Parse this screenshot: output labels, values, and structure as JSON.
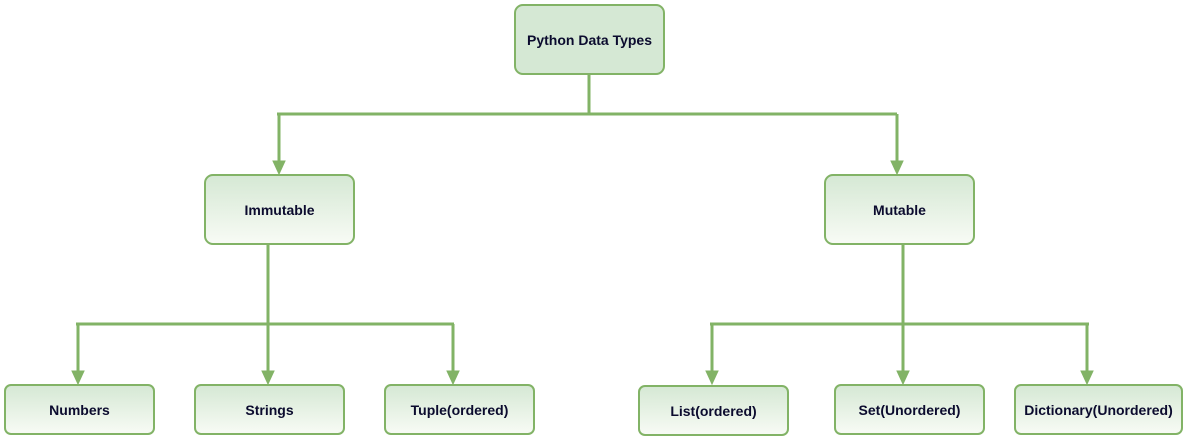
{
  "diagram": {
    "colors": {
      "stroke": "#82b366",
      "fill_top": "#f8fbf5",
      "fill_bottom": "#d5e8d4",
      "root_fill": "#d5e8d4",
      "text": "#0b0b2e"
    },
    "nodes": {
      "root": {
        "label": "Python Data Types"
      },
      "immutable": {
        "label": "Immutable"
      },
      "mutable": {
        "label": "Mutable"
      },
      "numbers": {
        "label": "Numbers"
      },
      "strings": {
        "label": "Strings"
      },
      "tuple": {
        "label": "Tuple(ordered)"
      },
      "list": {
        "label": "List(ordered)"
      },
      "set": {
        "label": "Set(Unordered)"
      },
      "dictionary": {
        "label": "Dictionary(Unordered)"
      }
    },
    "edges": [
      {
        "from": "root",
        "to": "immutable"
      },
      {
        "from": "root",
        "to": "mutable"
      },
      {
        "from": "immutable",
        "to": "numbers"
      },
      {
        "from": "immutable",
        "to": "strings"
      },
      {
        "from": "immutable",
        "to": "tuple"
      },
      {
        "from": "mutable",
        "to": "list"
      },
      {
        "from": "mutable",
        "to": "set"
      },
      {
        "from": "mutable",
        "to": "dictionary"
      }
    ]
  }
}
